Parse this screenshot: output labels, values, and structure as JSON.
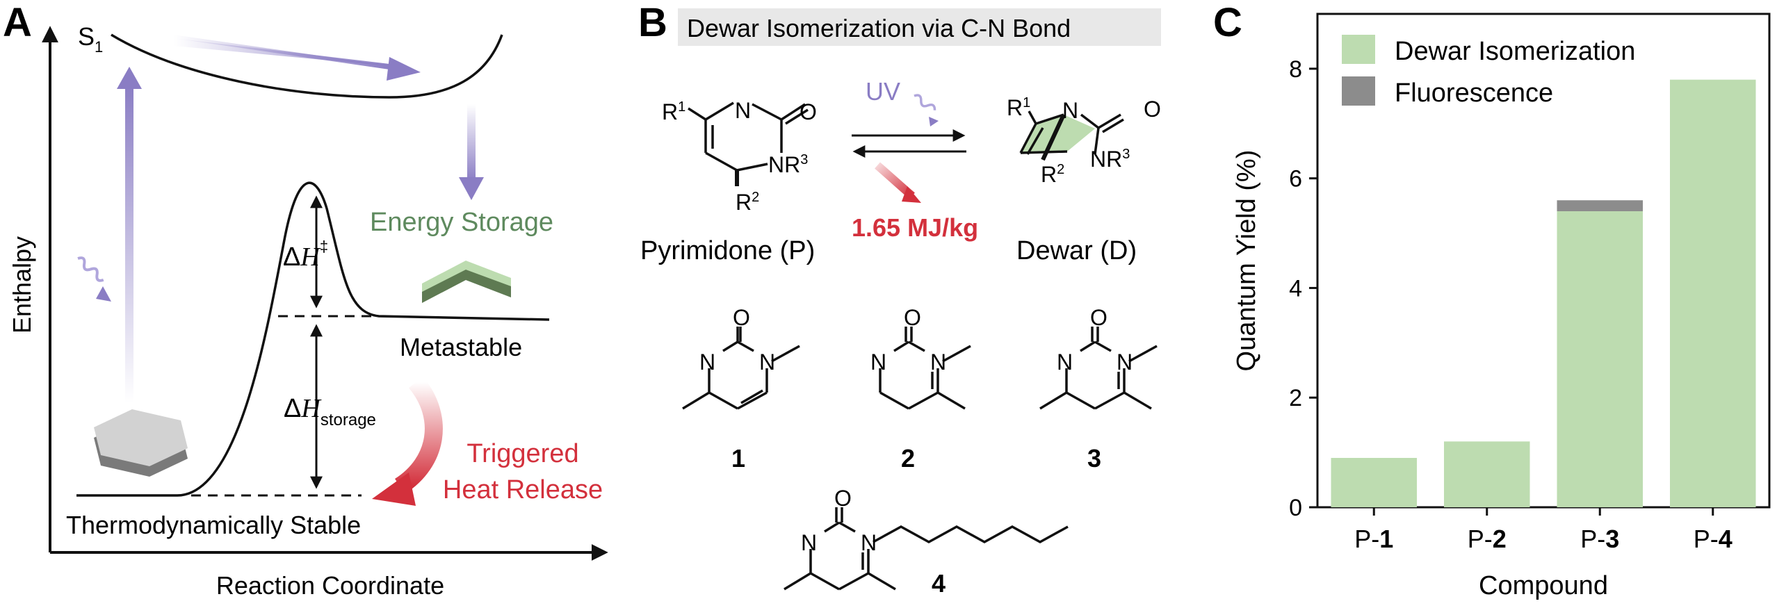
{
  "panels": {
    "a": {
      "letter": "A",
      "y_axis_label": "Enthalpy",
      "x_axis_label": "Reaction Coordinate",
      "excited_state": "S",
      "excited_state_sub": "1",
      "energy_storage_label": "Energy Storage",
      "barrier_label": "ΔH",
      "barrier_sup": "‡",
      "storage_label": "ΔH",
      "storage_sub": "storage",
      "metastable_label": "Metastable",
      "stable_label": "Thermodynamically Stable",
      "release_line1": "Triggered",
      "release_line2": "Heat Release"
    },
    "b": {
      "letter": "B",
      "title": "Dewar Isomerization via C-N Bond",
      "uv_label": "UV",
      "energy_density": "1.65 MJ/kg",
      "pyrimidone_label": "Pyrimidone (P)",
      "dewar_label": "Dewar (D)",
      "atom_N": "N",
      "atom_O": "O",
      "sub_R1": "R",
      "sup_1": "1",
      "sup_2": "2",
      "sup_3": "3",
      "nr3": "NR",
      "compounds": [
        "1",
        "2",
        "3",
        "4"
      ]
    },
    "c": {
      "letter": "C"
    }
  },
  "colors": {
    "purple": "#8a7dc4",
    "green_fill": "#bddcb0",
    "green_text": "#5e8a5e",
    "red": "#d3303c",
    "gray_bar": "#8c8c8c",
    "title_bg": "#e8e8e8"
  },
  "chart_data": {
    "type": "bar",
    "stacked": true,
    "categories": [
      "P-1",
      "P-2",
      "P-3",
      "P-4"
    ],
    "category_prefix": "P-",
    "category_numbers": [
      "1",
      "2",
      "3",
      "4"
    ],
    "series": [
      {
        "name": "Dewar Isomerization",
        "values": [
          0.9,
          1.2,
          5.4,
          7.8
        ],
        "color": "#bddcb0"
      },
      {
        "name": "Fluorescence",
        "values": [
          0,
          0,
          0.2,
          0
        ],
        "color": "#8c8c8c"
      }
    ],
    "xlabel": "Compound",
    "ylabel": "Quantum Yield (%)",
    "ylim": [
      0,
      9
    ],
    "yticks": [
      0,
      2,
      4,
      6,
      8
    ],
    "legend": "top-left",
    "grid": false
  }
}
